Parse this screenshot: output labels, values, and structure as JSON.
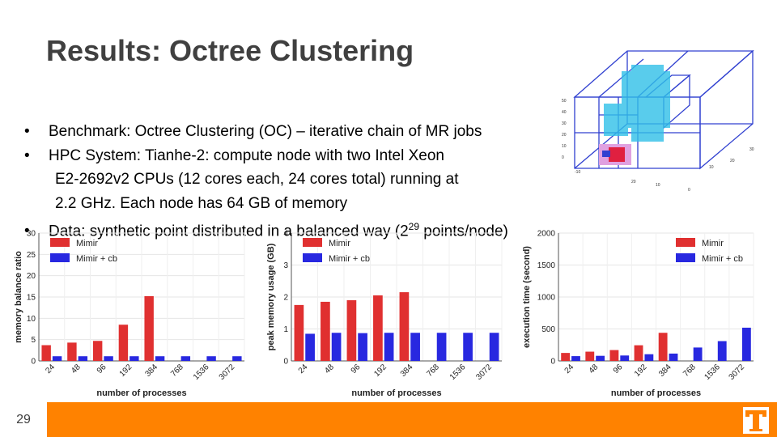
{
  "slide": {
    "title": "Results: Octree Clustering",
    "page_number": "29"
  },
  "bullets": [
    {
      "text": "Benchmark: Octree Clustering (OC) – iterative chain of MR jobs"
    },
    {
      "text": "HPC System: Tianhe-2: compute node with two Intel Xeon"
    },
    {
      "text": "E2-2692v2 CPUs (12 cores each, 24 cores total) running at"
    },
    {
      "text": "2.2 GHz. Each node has 64 GB of memory"
    },
    {
      "text_before": "Data: synthetic point distributed in a balanced way  (2",
      "superscript": "29",
      "text_after": " points/node)"
    }
  ],
  "icons": {
    "bullet": "bullet-dot-icon",
    "logo": "university-t-logo-icon",
    "cube": "octree-3d-scatter-icon"
  },
  "colors": {
    "mimir": "#e03030",
    "mimir_cb": "#2828e0",
    "footer": "#ff8200",
    "title": "#404040"
  },
  "chart_data": [
    {
      "type": "bar",
      "categories": [
        "24",
        "48",
        "96",
        "192",
        "384",
        "768",
        "1536",
        "3072"
      ],
      "xlabel": "number of processes",
      "ylabel": "memory balance ratio",
      "ylim": [
        0,
        30
      ],
      "yticks": [
        0,
        5,
        10,
        15,
        20,
        25,
        30
      ],
      "grid": true,
      "legend": "top-left",
      "series": [
        {
          "name": "Mimir",
          "color": "#e03030",
          "values": [
            3.7,
            4.3,
            4.7,
            8.5,
            15.2,
            null,
            null,
            null
          ]
        },
        {
          "name": "Mimir + cb",
          "color": "#2828e0",
          "values": [
            1.1,
            1.1,
            1.1,
            1.1,
            1.1,
            1.1,
            1.1,
            1.1
          ]
        }
      ]
    },
    {
      "type": "bar",
      "categories": [
        "24",
        "48",
        "96",
        "192",
        "384",
        "768",
        "1536",
        "3072"
      ],
      "xlabel": "number of processes",
      "ylabel": "peak memory usage (GB)",
      "ylim": [
        0,
        4
      ],
      "yticks": [
        0,
        1,
        2,
        3,
        4
      ],
      "grid": true,
      "legend": "top-left",
      "series": [
        {
          "name": "Mimir",
          "color": "#e03030",
          "values": [
            1.75,
            1.85,
            1.9,
            2.05,
            2.15,
            null,
            null,
            null
          ]
        },
        {
          "name": "Mimir + cb",
          "color": "#2828e0",
          "values": [
            0.85,
            0.88,
            0.87,
            0.88,
            0.88,
            0.88,
            0.88,
            0.88
          ]
        }
      ]
    },
    {
      "type": "bar",
      "categories": [
        "24",
        "48",
        "96",
        "192",
        "384",
        "768",
        "1536",
        "3072"
      ],
      "xlabel": "number of processes",
      "ylabel": "execution time (second)",
      "ylim": [
        0,
        2000
      ],
      "yticks": [
        0,
        500,
        1000,
        1500,
        2000
      ],
      "grid": true,
      "legend": "top-right",
      "series": [
        {
          "name": "Mimir",
          "color": "#e03030",
          "values": [
            125,
            145,
            170,
            245,
            440,
            null,
            null,
            null
          ]
        },
        {
          "name": "Mimir + cb",
          "color": "#2828e0",
          "values": [
            75,
            80,
            85,
            105,
            115,
            210,
            310,
            520
          ]
        }
      ]
    }
  ]
}
